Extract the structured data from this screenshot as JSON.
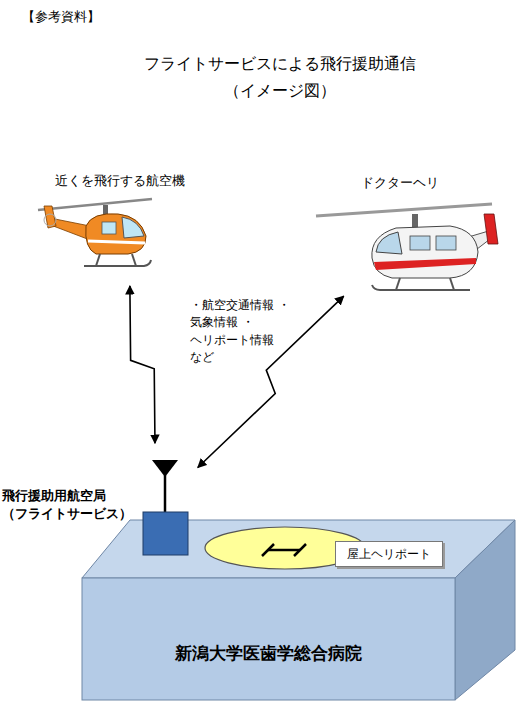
{
  "diagram": {
    "title": "フライトサービスによる飛行援助通信 （イメージ図）",
    "nodes": [
      {
        "text": [
          "近くを飛行する航空機"
        ]
      },
      {
        "text": [
          "ドクターヘリ"
        ]
      },
      {
        "text": [
          "新潟大学医歯学総合病院"
        ]
      },
      {
        "text": [
          "飛行援助用航空局 （フライトサービス）"
        ],
        "in": 2
      },
      {
        "text": [
          "屋上ヘリポート"
        ],
        "in": 2
      }
    ],
    "edges": [
      {
        "from": 0,
        "to": 3,
        "arrow": "both"
      },
      {
        "from": 1,
        "to": 3,
        "arrow": "both"
      }
    ],
    "labels": [
      "【参考資料】",
      "・航空交通情報 ・気象情報 ・ヘリポート情報 など"
    ]
  }
}
